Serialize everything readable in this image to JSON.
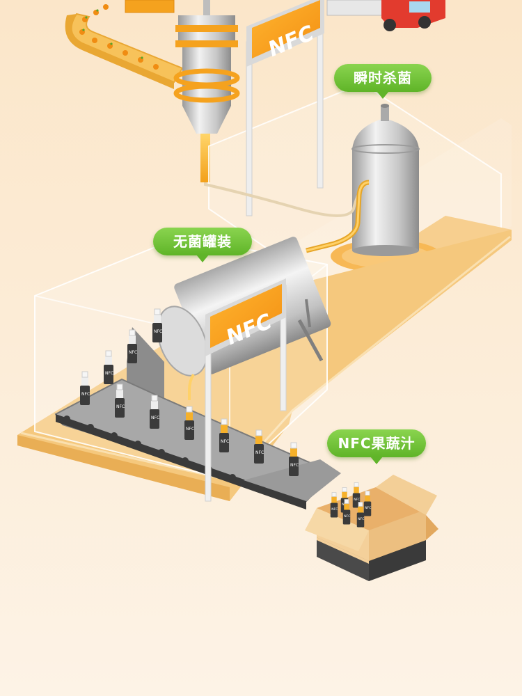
{
  "labels": {
    "sterilize": "瞬时杀菌",
    "aseptic_filling": "无菌罐装",
    "product": "NFC果蔬汁"
  },
  "sign_text": "NFC",
  "bottle_text": "NFC",
  "colors": {
    "background": "#fbeedc",
    "orange_accent": "#f5a21e",
    "label_green": "#6cc232",
    "steel": "#c9c9c9",
    "conveyor": "#3a3a3a",
    "box": "#f0c589"
  }
}
